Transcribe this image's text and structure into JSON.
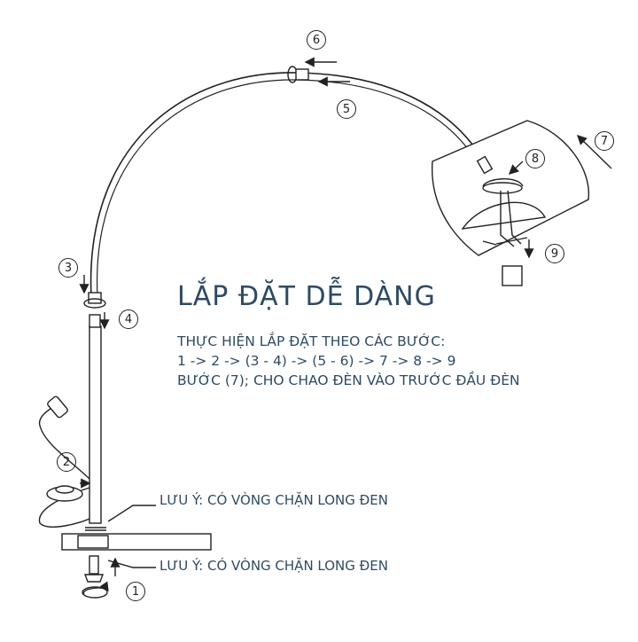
{
  "title": "LẮP ĐẶT DỄ DÀNG",
  "instructions": {
    "line1": "THỰC HIỆN LẮP ĐẶT THEO CÁC BƯỚC:",
    "line2": "1 -> 2 -> (3 - 4) -> (5 - 6) -> 7 -> 8 -> 9",
    "line3": "BƯỚC (7); CHO CHAO ĐÈN VÀO TRƯỚC ĐẦU ĐÈN"
  },
  "notes": {
    "washer_top": "LƯU Ý: CÓ VÒNG CHẶN LONG ĐEN",
    "washer_bottom": "LƯU Ý: CÓ VÒNG CHẶN LONG ĐEN"
  },
  "steps": [
    "1",
    "2",
    "3",
    "4",
    "5",
    "6",
    "7",
    "8",
    "9"
  ],
  "colors": {
    "text": "#2f4a63",
    "line": "#222222"
  }
}
